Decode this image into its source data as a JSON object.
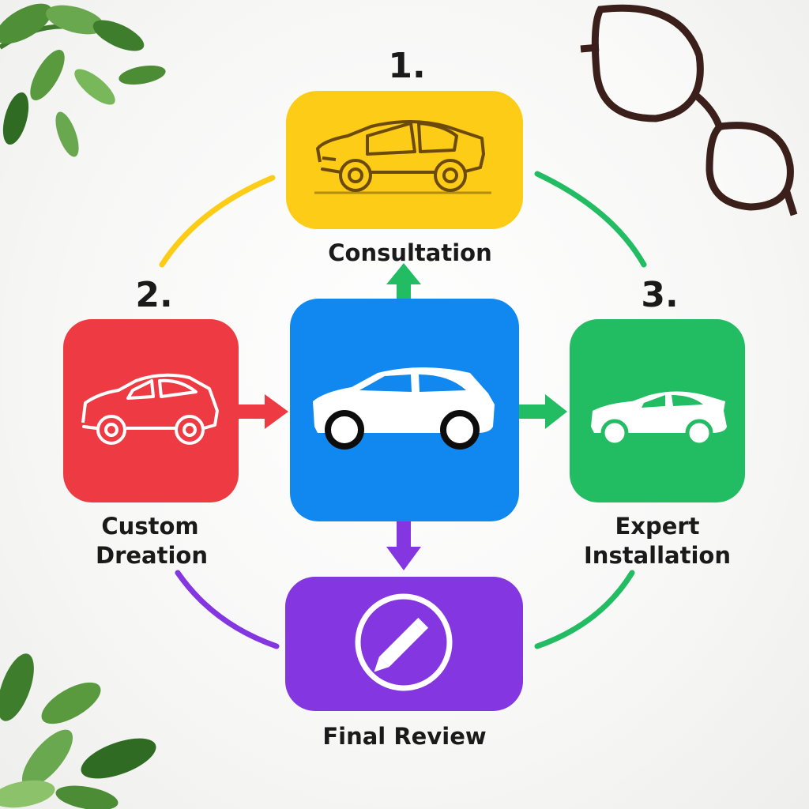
{
  "diagram": {
    "steps": [
      {
        "id": "consultation",
        "number": "1.",
        "label_lines": [
          "Consultation"
        ],
        "color": "#FCCC16"
      },
      {
        "id": "custom-creation",
        "number": "2.",
        "label_lines": [
          "Custom",
          "Dreation"
        ],
        "color": "#EE3B43"
      },
      {
        "id": "expert-installation",
        "number": "3.",
        "label_lines": [
          "Expert",
          "Installation"
        ],
        "color": "#22BC63"
      },
      {
        "id": "final-review",
        "number": "",
        "label_lines": [
          "Final Review"
        ],
        "color": "#8436E0"
      }
    ],
    "center": {
      "color": "#1187F0"
    },
    "icons": {
      "consultation": "car-sedan-icon",
      "custom-creation": "car-hatchback-icon",
      "center": "car-suv-icon",
      "expert-installation": "car-sport-sedan-icon",
      "final-review": "pencil-circle-icon"
    }
  }
}
